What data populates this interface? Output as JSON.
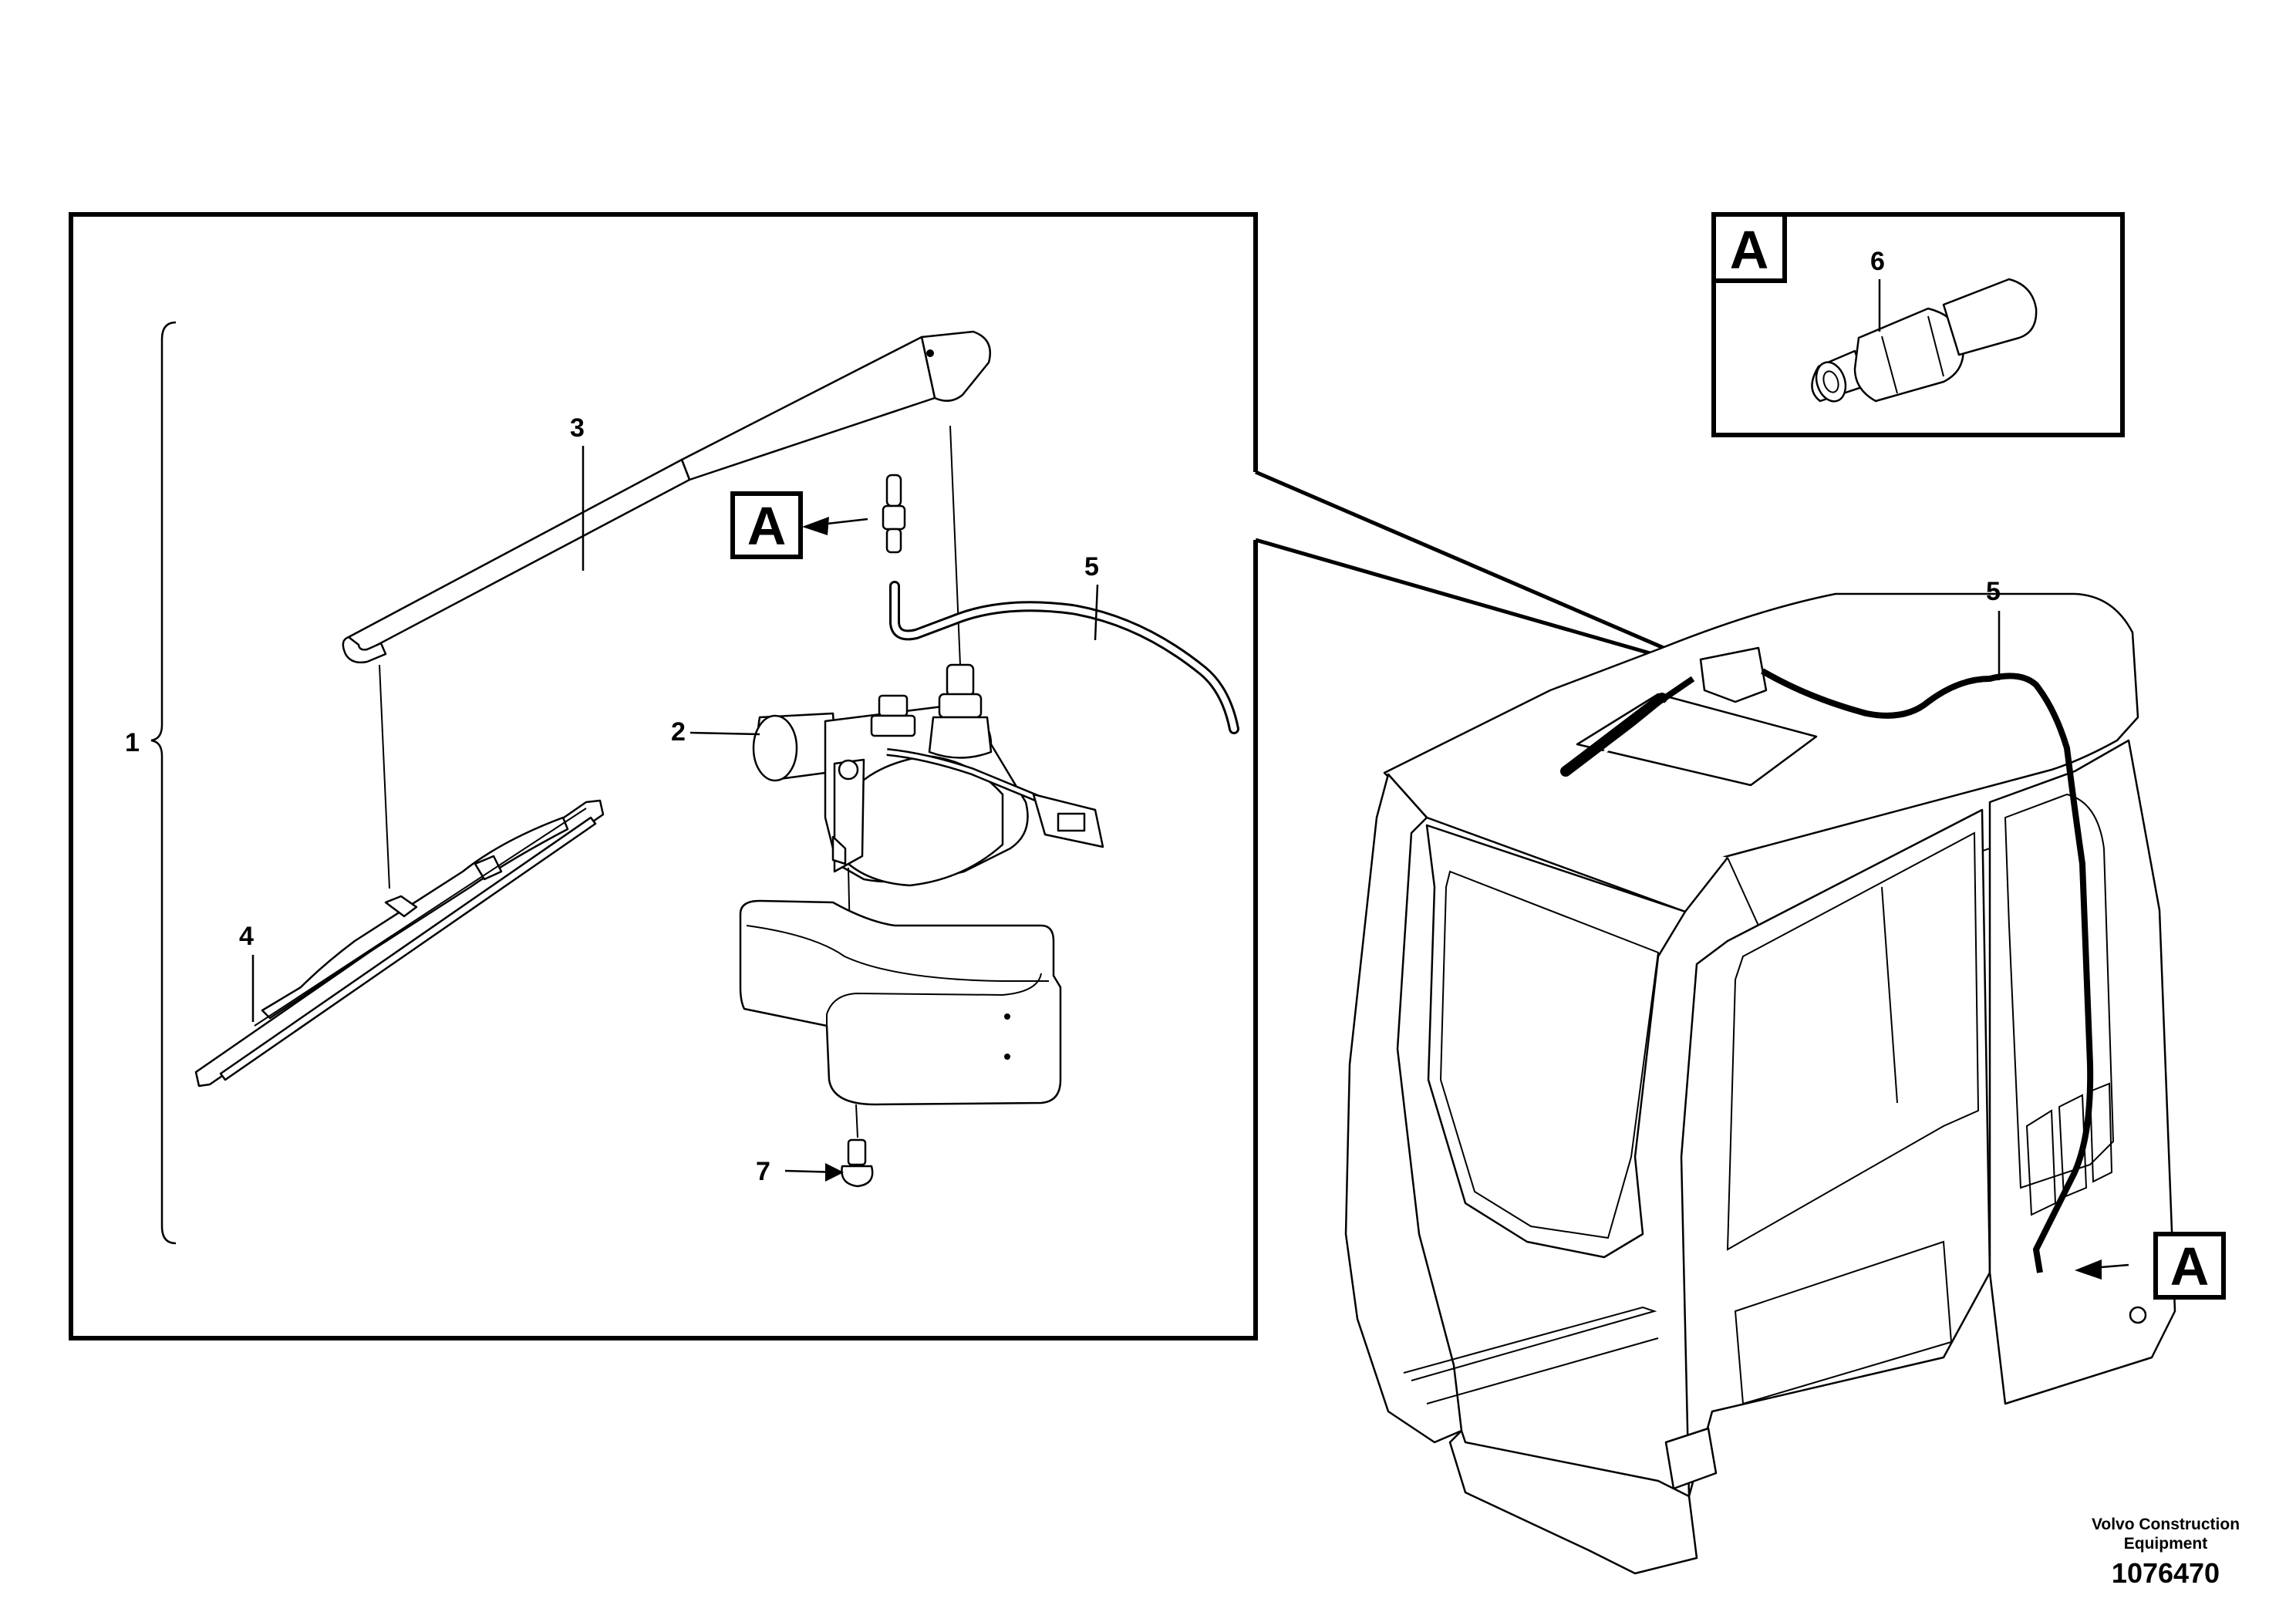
{
  "diagram": {
    "callouts": {
      "kit": "1",
      "motor": "2",
      "arm": "3",
      "blade": "4",
      "hose_detail": "5",
      "hose_cab": "5",
      "connector": "6",
      "screw": "7"
    },
    "reference": {
      "detail_label": "A",
      "inset_label": "A",
      "cab_label": "A"
    },
    "footer": {
      "company_line1": "Volvo Construction",
      "company_line2": "Equipment",
      "drawing_number": "1076470"
    }
  }
}
